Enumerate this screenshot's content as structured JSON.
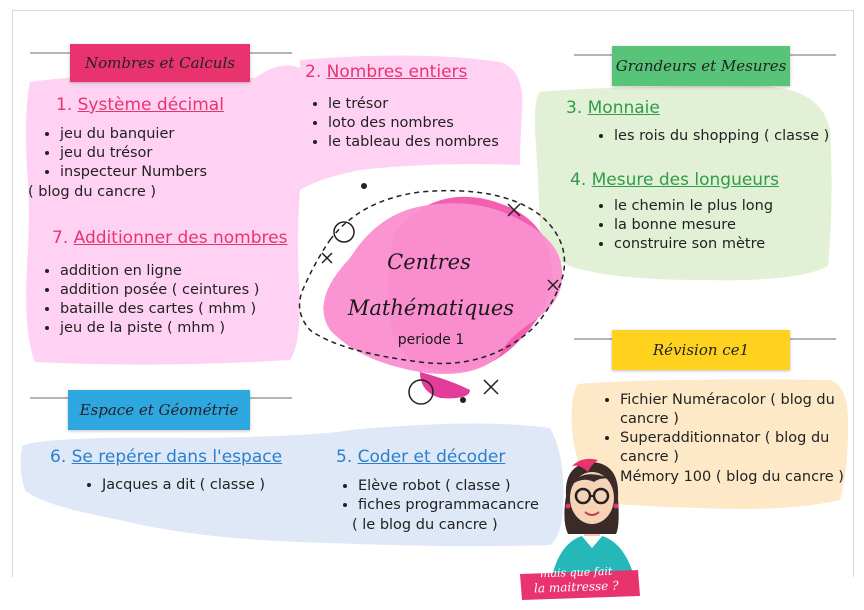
{
  "labels": {
    "nombres": "Nombres et Calculs",
    "grandeurs": "Grandeurs et Mesures",
    "revision": "Révision ce1",
    "espace": "Espace et Géométrie"
  },
  "center": {
    "line1": "Centres",
    "line2": "Mathématiques",
    "line3": "periode 1"
  },
  "sections": {
    "s1": {
      "num": "1.",
      "title": "Système décimal",
      "items": [
        "jeu du banquier",
        "jeu du trésor",
        "inspecteur Numbers"
      ],
      "note": "( blog du cancre )"
    },
    "s2": {
      "num": "2.",
      "title": "Nombres entiers",
      "items": [
        "le trésor",
        "loto des nombres",
        "le tableau des nombres"
      ]
    },
    "s3": {
      "num": "3.",
      "title": "Monnaie",
      "items": [
        "les rois du shopping ( classe )"
      ]
    },
    "s4": {
      "num": "4.",
      "title": "Mesure des longueurs",
      "items": [
        "le chemin le plus long",
        "la bonne mesure",
        "construire son mètre"
      ]
    },
    "s5": {
      "num": "5.",
      "title": "Coder et décoder",
      "items": [
        "Elève robot ( classe )",
        "fiches programmacancre"
      ],
      "note": "( le blog du cancre )"
    },
    "s6": {
      "num": "6.",
      "title": "Se repérer dans l'espace",
      "items": [
        "Jacques a dit ( classe )"
      ]
    },
    "s7": {
      "num": "7.",
      "title": "Additionner des nombres",
      "items": [
        "addition en ligne",
        "addition posée ( ceintures )",
        "bataille des cartes ( mhm )",
        "jeu de la piste ( mhm )"
      ]
    },
    "revision": {
      "items": [
        "Fichier Numéracolor ( blog du cancre )",
        "Superadditionnator ( blog du cancre )"
      ],
      "note": "Mémory 100 ( blog du cancre )"
    }
  },
  "badge": {
    "line1": "mais que fait",
    "line2": "la maitresse ?"
  },
  "colors": {
    "pink": "#ffd2f4",
    "green": "#e2f0d6",
    "blue": "#dfe8f6",
    "cream": "#fde9c8",
    "labelPink": "#e8336f",
    "labelGreen": "#57c47a",
    "labelYellow": "#ffd21f",
    "labelBlue": "#2ea7e0",
    "pinkTitle": "#e8336f",
    "greenTitle": "#2f9c4a",
    "blueTitle": "#2b7fcf"
  }
}
